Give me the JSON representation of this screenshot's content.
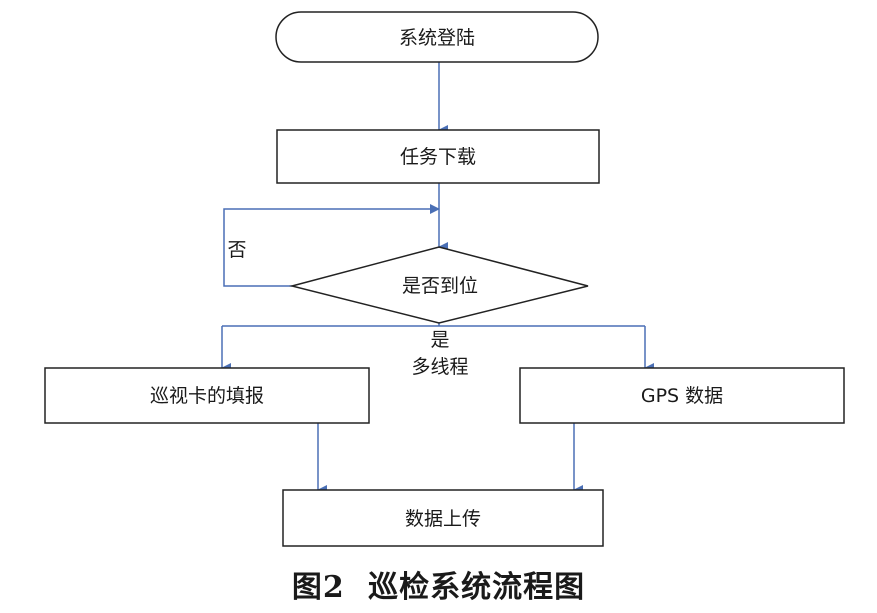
{
  "nodes": {
    "login": "系统登陆",
    "download": "任务下载",
    "decision": "是否到位",
    "fill_card": "巡视卡的填报",
    "gps": "GPS 数据",
    "upload": "数据上传"
  },
  "edge_labels": {
    "no": "否",
    "yes": "是",
    "multithread": "多线程"
  },
  "caption": {
    "number": "图2",
    "title": "巡检系统流程图"
  },
  "colors": {
    "arrow": "#4a6fb5",
    "line": "#333333"
  }
}
